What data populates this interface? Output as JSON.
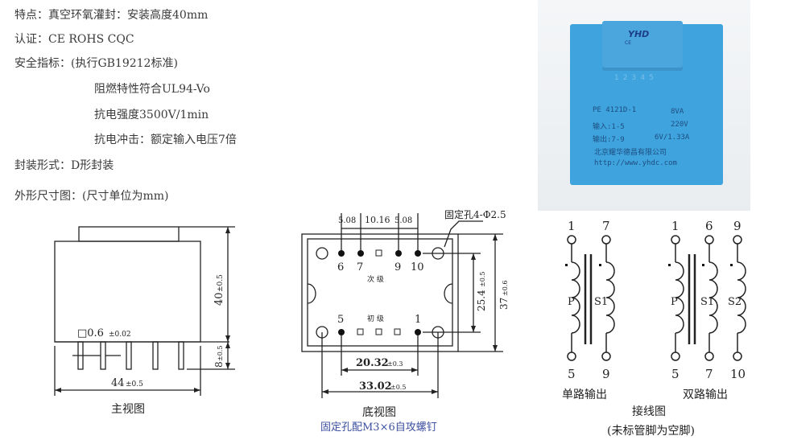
{
  "specs": {
    "features": "特点：真空环氧灌封：安装高度40mm",
    "certification": "认证：CE ROHS CQC",
    "safety": "安全指标：(执行GB19212标准)",
    "flame": "阻燃特性符合UL94-Vo",
    "dielectric": "抗电强度3500V/1min",
    "surge": "抗电冲击：额定输入电压7倍",
    "package": "封装形式：D形封装",
    "dimensions_title": "外形尺寸图：(尺寸单位为mm)"
  },
  "photo": {
    "logo": "YHD",
    "logo_sub": "CE",
    "pin_marks": "1 2 3 4 5",
    "model": "PE 4121D-1",
    "power": "8VA",
    "input": "输入:1-5",
    "input_v": "220V",
    "output": "输出:7-9",
    "output_v": "6V/1.33A",
    "company": "北京耀华德昌有限公司",
    "url": "http://www.yhdc.com"
  },
  "front_view": {
    "pin_size": "□0.6",
    "pin_tol": "±0.02",
    "height": "40",
    "height_tol": "±0.5",
    "pin_len": "8",
    "pin_len_tol": "±0.5",
    "width": "44",
    "width_tol": "±0.5",
    "caption": "主视图"
  },
  "bottom_view": {
    "pitch1": "5.08",
    "pitch2": "10.16",
    "pitch3": "5.08",
    "hole_note": "固定孔4-Φ2.5",
    "pins_top": [
      "6",
      "7",
      "9",
      "10"
    ],
    "pins_bottom": [
      "5",
      "1"
    ],
    "secondary": "次 级",
    "primary": "初 级",
    "row_gap": "25.4",
    "row_gap_tol": "±0.5",
    "depth": "37",
    "depth_tol": "±0.6",
    "pin_span": "20.32",
    "pin_span_tol": "±0.3",
    "hole_span": "33.02",
    "hole_span_tol": "±0.5",
    "caption": "底视图",
    "screw_note": "固定孔配M3×6自攻螺钉"
  },
  "wiring": {
    "single": {
      "pins_top": [
        "1",
        "7"
      ],
      "pins_bottom": [
        "5",
        "9"
      ],
      "coils": [
        "P",
        "S1"
      ],
      "caption": "单路输出"
    },
    "dual": {
      "pins_top": [
        "1",
        "6",
        "9"
      ],
      "pins_bottom": [
        "5",
        "7",
        "10"
      ],
      "coils": [
        "P",
        "S1",
        "S2"
      ],
      "caption": "双路输出"
    },
    "caption": "接线图",
    "note": "(未标管脚为空脚)"
  }
}
